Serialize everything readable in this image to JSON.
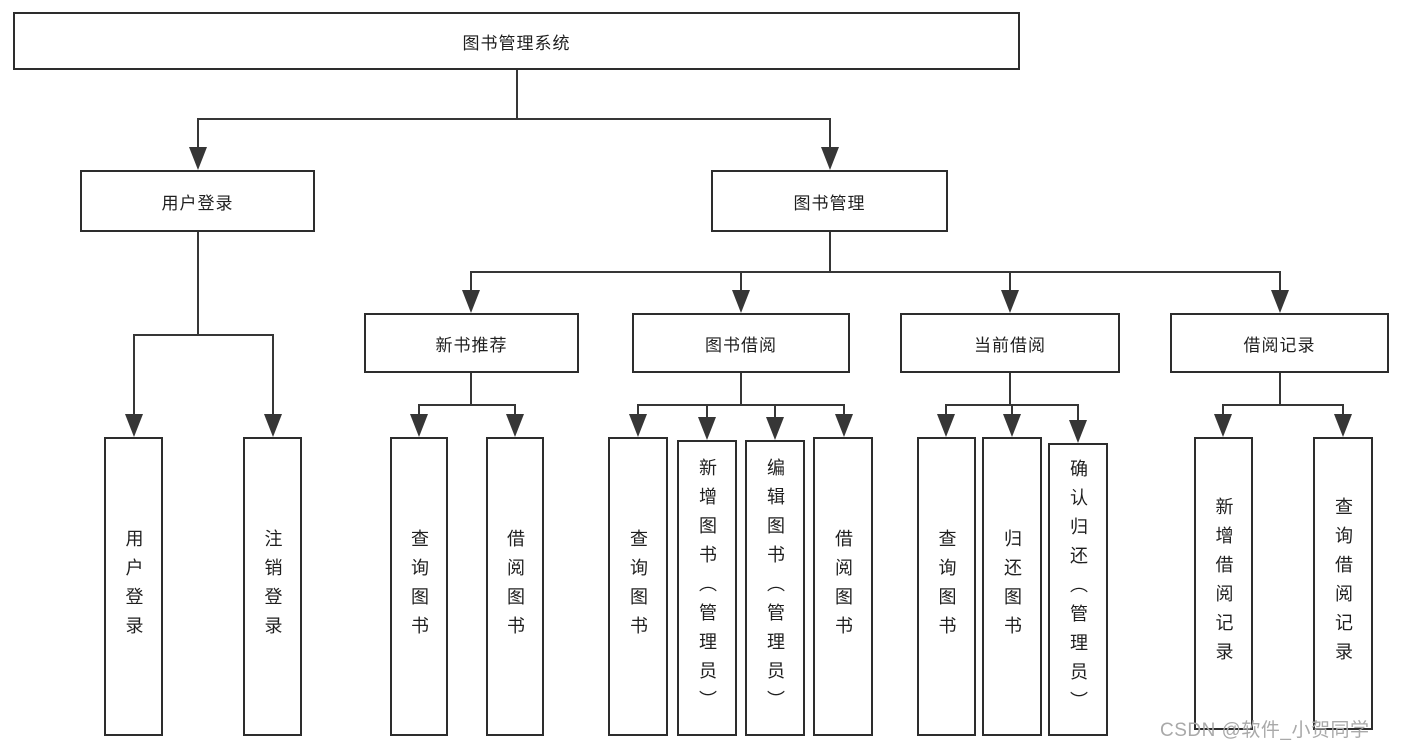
{
  "tree": {
    "label": "图书管理系统",
    "children": [
      {
        "label": "用户登录",
        "children": [
          {
            "label": "用户登录"
          },
          {
            "label": "注销登录"
          }
        ]
      },
      {
        "label": "图书管理",
        "children": [
          {
            "label": "新书推荐",
            "children": [
              {
                "label": "查询图书"
              },
              {
                "label": "借阅图书"
              }
            ]
          },
          {
            "label": "图书借阅",
            "children": [
              {
                "label": "查询图书"
              },
              {
                "label": "新增图书（管理员）"
              },
              {
                "label": "编辑图书（管理员）"
              },
              {
                "label": "借阅图书"
              }
            ]
          },
          {
            "label": "当前借阅",
            "children": [
              {
                "label": "查询图书"
              },
              {
                "label": "归还图书"
              },
              {
                "label": "确认归还（管理员）"
              }
            ]
          },
          {
            "label": "借阅记录",
            "children": [
              {
                "label": "新增借阅记录"
              },
              {
                "label": "查询借阅记录"
              }
            ]
          }
        ]
      }
    ]
  },
  "watermark": {
    "text": "CSDN @软件_小贺同学"
  },
  "colors": {
    "line": "#363636",
    "box_border": "#2d2d2d",
    "text": "#1f1f1f",
    "watermark": "#a9a9a9",
    "background": "#ffffff"
  }
}
